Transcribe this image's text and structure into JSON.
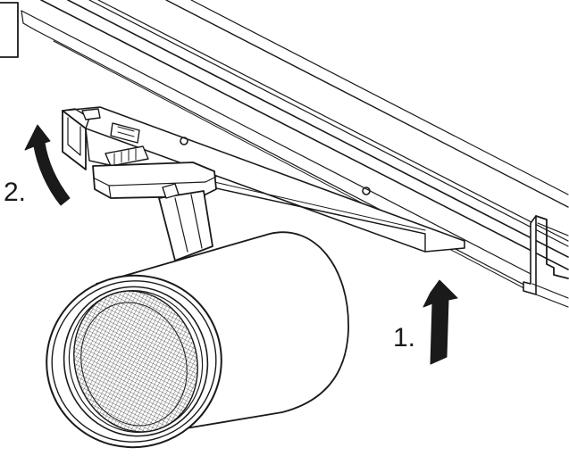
{
  "steps": [
    {
      "label": "1.",
      "action": "push up"
    },
    {
      "label": "2.",
      "action": "rotate"
    }
  ],
  "colors": {
    "line": "#1a1a1a",
    "fill": "#ffffff",
    "arrow": "#1a1a1a",
    "mesh": "#3a3a3a"
  },
  "icons": {
    "step1": "arrow-up-icon",
    "step2": "rotate-arrow-icon"
  }
}
